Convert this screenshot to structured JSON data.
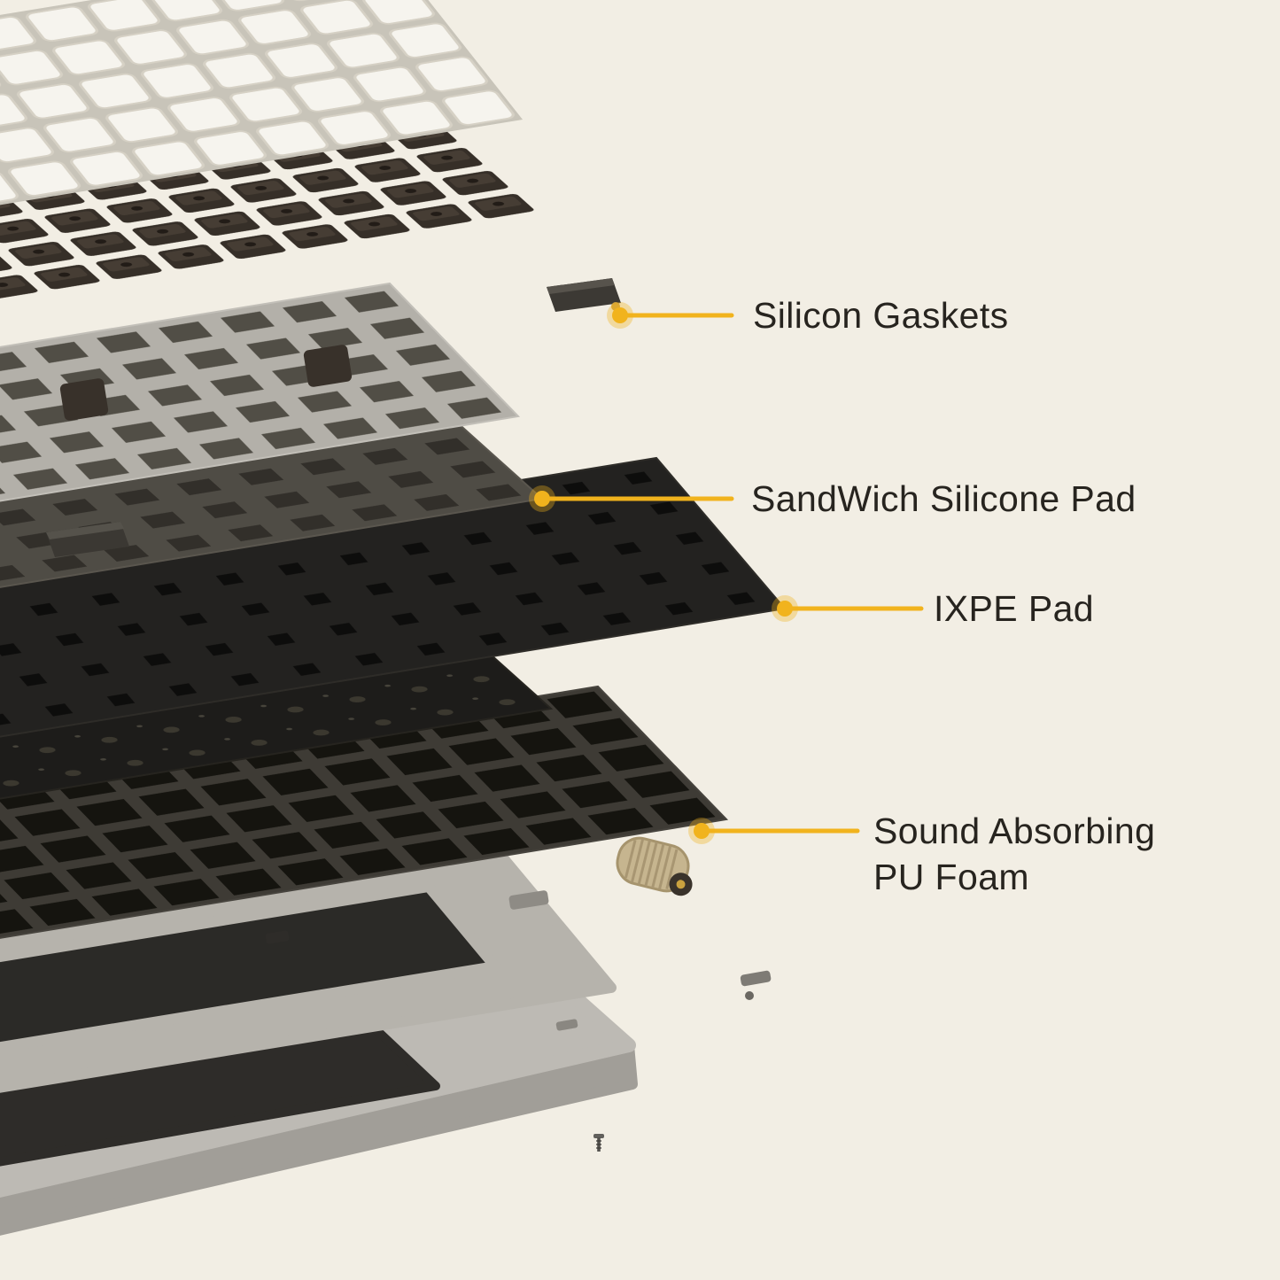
{
  "colors": {
    "background": "#f2eee4",
    "accent": "#f1b31d",
    "ink": "#27241f"
  },
  "callouts": [
    {
      "id": "silicon-gaskets",
      "label": "Silicon Gaskets"
    },
    {
      "id": "sandwich-silicone-pad",
      "label": "SandWich Silicone Pad"
    },
    {
      "id": "ixpe-pad",
      "label": "IXPE Pad"
    },
    {
      "id": "sound-absorbing-pu-foam",
      "label": "Sound Absorbing\n PU Foam"
    }
  ]
}
